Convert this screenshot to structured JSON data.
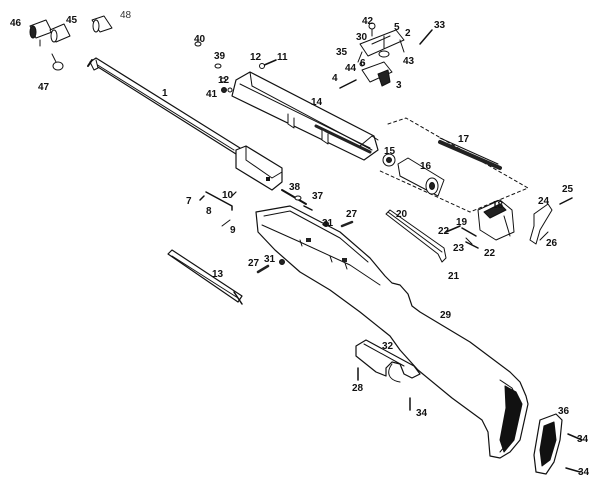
{
  "diagram": {
    "type": "exploded-parts-diagram",
    "part_labels": [
      "1",
      "2",
      "3",
      "4",
      "5",
      "6",
      "7",
      "8",
      "9",
      "10",
      "11",
      "12",
      "12",
      "13",
      "14",
      "15",
      "16",
      "17",
      "18",
      "19",
      "20",
      "21",
      "22",
      "22",
      "23",
      "24",
      "25",
      "26",
      "27",
      "27",
      "28",
      "29",
      "30",
      "31",
      "31",
      "32",
      "33",
      "34",
      "34",
      "34",
      "35",
      "36",
      "37",
      "38",
      "39",
      "40",
      "41",
      "42",
      "43",
      "44",
      "45",
      "46",
      "47",
      "48"
    ]
  },
  "colors": {
    "line": "#111111",
    "fill": "#ffffff",
    "shade": "#222222"
  }
}
